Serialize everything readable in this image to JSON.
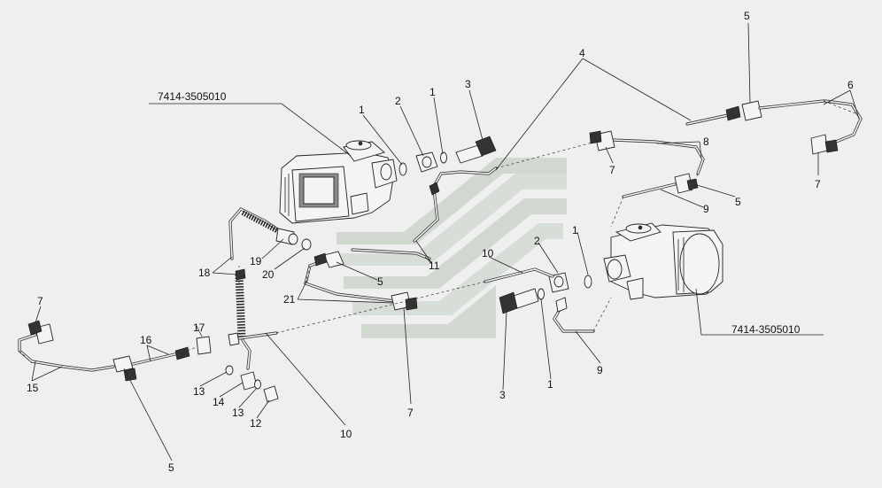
{
  "assembly_labels": {
    "left_assembly": "7414-3505010",
    "right_assembly": "7414-3505010"
  },
  "callouts": {
    "c1_top": "1",
    "c1_mid": "1",
    "c1_right": "1",
    "c1_bottom": "1",
    "c2_top": "2",
    "c2_right": "2",
    "c3_top": "3",
    "c3_bottom": "3",
    "c4": "4",
    "c5_top": "5",
    "c5_right": "5",
    "c5_mid": "5",
    "c5_bottom": "5",
    "c6": "6",
    "c7_left": "7",
    "c7_center": "7",
    "c7_bottom": "7",
    "c7_far_right": "7",
    "c8": "8",
    "c9_right": "9",
    "c9_bottom": "9",
    "c10_top": "10",
    "c10_bottom": "10",
    "c11": "11",
    "c12": "12",
    "c13_a": "13",
    "c13_b": "13",
    "c14": "14",
    "c15": "15",
    "c16": "16",
    "c17": "17",
    "c18": "18",
    "c19": "19",
    "c20": "20",
    "c21": "21"
  },
  "colors": {
    "background": "#efefef",
    "watermark": "#c9d1c9",
    "linework": "#222222"
  },
  "watermark": "logo-mark"
}
